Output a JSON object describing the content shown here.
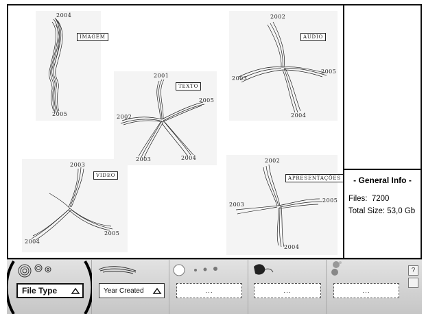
{
  "window": {
    "title": ""
  },
  "canvas": {
    "items": [
      {
        "type": "Imagem",
        "tag": "IMAGEM",
        "years": [
          "2004",
          "2005"
        ]
      },
      {
        "type": "Texto",
        "tag": "TEXTO",
        "years": [
          "2001",
          "2002",
          "2003",
          "2004",
          "2005"
        ]
      },
      {
        "type": "Audio",
        "tag": "AUDIO",
        "years": [
          "2002",
          "2003",
          "2004",
          "2005"
        ]
      },
      {
        "type": "Video",
        "tag": "VIDEO",
        "years": [
          "2003",
          "2004",
          "2005"
        ]
      },
      {
        "type": "Apresentacoes",
        "tag": "APRESENTAÇÕES",
        "years": [
          "2002",
          "2003",
          "2004",
          "2005"
        ]
      }
    ]
  },
  "info": {
    "title": "- General Info -",
    "files_label": "Files:",
    "files_value": "7200",
    "size_label": "Total Size:",
    "size_value": "53,0 Gb"
  },
  "toolbar": {
    "file_type_label": "File Type",
    "year_created_label": "Year Created",
    "filter_placeholders": [
      "...",
      "...",
      "..."
    ],
    "help_label": "?"
  },
  "colors": {
    "ink": "#111111",
    "toolbar_bg": "#cfcfcf",
    "card_bg": "#f4f4f4"
  }
}
